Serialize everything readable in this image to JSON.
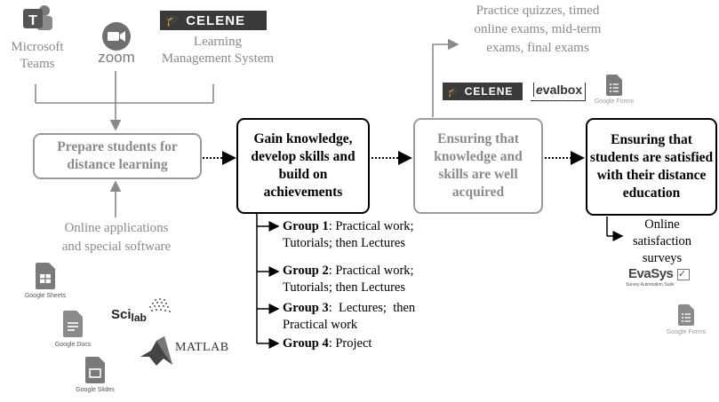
{
  "sources": {
    "teams": {
      "line1": "Microsoft",
      "line2": "Teams"
    },
    "zoom": {
      "logo_text": "zoom"
    },
    "celene_top": {
      "logo_text": "CELENE",
      "caption_line1": "Learning",
      "caption_line2": "Management System"
    }
  },
  "boxes": {
    "prepare": "Prepare students for distance learning",
    "gain": "Gain knowledge, develop skills and build on achievements",
    "ensure_knowledge": "Ensuring that knowledge and skills are well acquired",
    "ensure_satisfied": "Ensuring that students are satisfied with their distance education"
  },
  "online_apps": {
    "line1": "Online applications",
    "line2": "and special software"
  },
  "software": {
    "sheets": "Google Sheets",
    "docs": "Google Docs",
    "slides": "Google Slides",
    "scilab_a": "Sci",
    "scilab_b": "lab",
    "matlab": "MATLAB"
  },
  "groups": [
    {
      "name": "Group 1",
      "rest": ": Practical work;",
      "line2": "Tutorials; then Lectures"
    },
    {
      "name": "Group 2",
      "rest": ": Practical work;",
      "line2": "Tutorials; then Lectures"
    },
    {
      "name": "Group 3",
      "rest": ":  Lectures;  then",
      "line2": "Practical work"
    },
    {
      "name": "Group 4",
      "rest": ": Project",
      "line2": ""
    }
  ],
  "exams": {
    "line1": "Practice quizzes, timed",
    "line2": "online exams, mid-term",
    "line3": "exams, final exams",
    "celene": "CELENE",
    "evalbox_a": "e",
    "evalbox_b": "valbox",
    "forms": "Google Forms"
  },
  "satisfaction": {
    "line1": "Online",
    "line2": "satisfaction",
    "line3": "surveys",
    "evasys": "EvaSys",
    "evasys_sub": "Survey Automation Suite",
    "forms": "Google Forms"
  },
  "colors": {
    "dark": "#000000",
    "grey": "#9a9a9a",
    "logo_dark": "#3a3a3a"
  }
}
